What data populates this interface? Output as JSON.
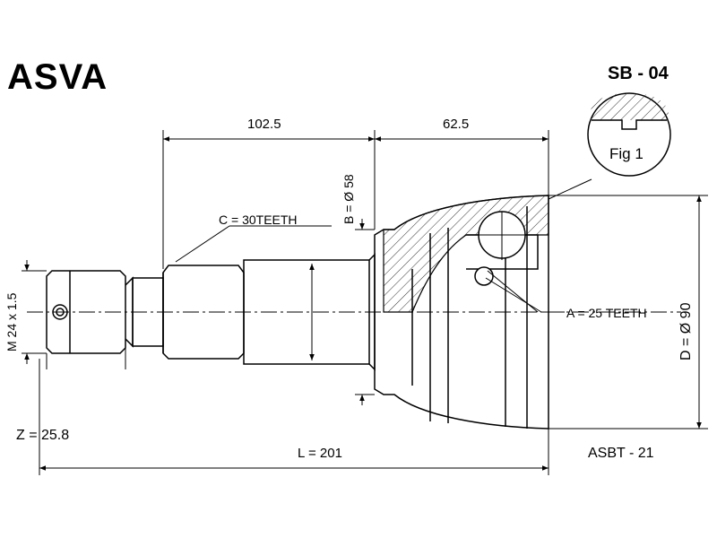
{
  "brand": "ASVA",
  "part_number": "SB - 04",
  "fig_label": "Fig 1",
  "dimensions": {
    "left_length": "102.5",
    "right_length": "62.5",
    "total_length": "L = 201",
    "outer_diameter": "D = Ø 90",
    "b_diameter": "B = Ø 58",
    "thread": "M 24 x 1.5",
    "z": "Z = 25.8"
  },
  "callouts": {
    "c_teeth": "C = 30TEETH",
    "a_teeth": "A = 25 TEETH"
  },
  "ref_code": "ASBT - 21"
}
